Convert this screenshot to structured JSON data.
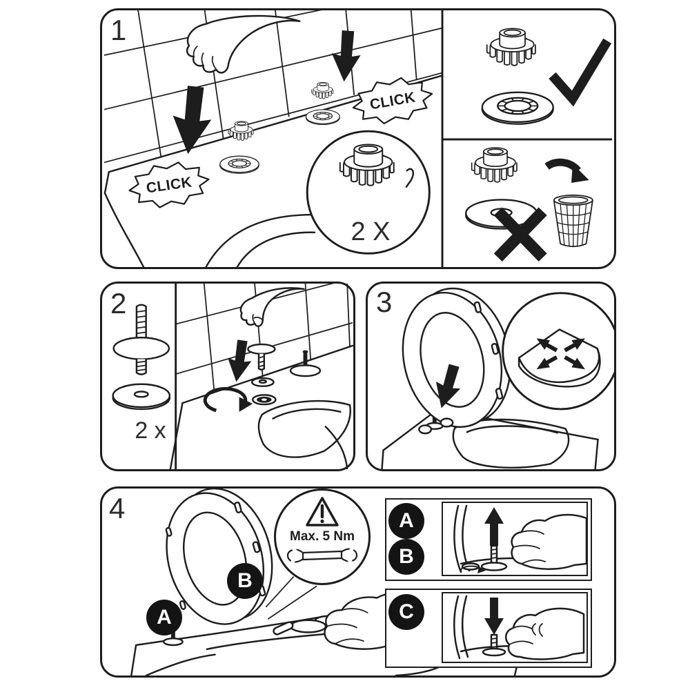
{
  "colors": {
    "background": "#ffffff",
    "line": "#1d1d1d",
    "badge_background": "#141414",
    "badge_text": "#ffffff"
  },
  "step1": {
    "number": "1",
    "click_left": "CLICK",
    "click_right": "CLICK",
    "magnifier_quantity": "2 X"
  },
  "fastener_info": {
    "correct_icon": "checkmark-icon",
    "wrong_icon": "cross-icon",
    "discard_icon": "trash-bin-icon"
  },
  "step2": {
    "number": "2",
    "quantity": "2 x"
  },
  "step3": {
    "number": "3"
  },
  "step4": {
    "number": "4",
    "torque_warning": "Max. 5 Nm",
    "badge_a": "A",
    "badge_b": "B",
    "substep_ab": {
      "badge_a": "A",
      "badge_b": "B"
    },
    "substep_c": {
      "badge_c": "C"
    }
  },
  "icons": {
    "check": "checkmark-icon",
    "cross": "cross-icon",
    "trash": "trash-bin-icon",
    "down_arrow": "down-arrow-icon",
    "up_arrow": "up-arrow-icon",
    "rotate_arrow": "rotate-arrow-icon",
    "four_way_arrow": "four-way-arrow-icon",
    "warning_triangle": "warning-triangle-icon",
    "wrench": "wrench-icon",
    "hand": "hand-icon",
    "gear_fastener": "gear-fastener-icon",
    "lock_washer": "lock-washer-icon",
    "flat_washer": "flat-washer-icon"
  }
}
